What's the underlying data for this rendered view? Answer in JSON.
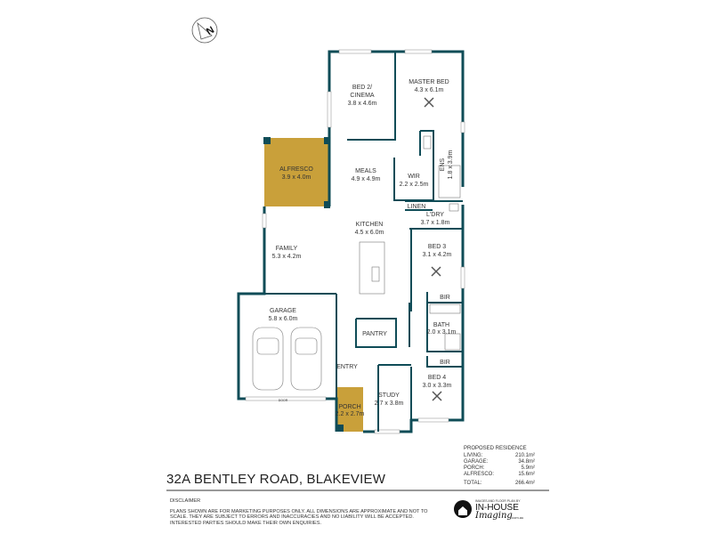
{
  "colors": {
    "wall": "#0f4c57",
    "outdoor": "#c9a03a",
    "background": "#ffffff"
  },
  "compass": {
    "icon": "north-arrow-icon",
    "label": "N"
  },
  "rooms": [
    {
      "id": "bed2",
      "name": "BED 2/",
      "name2": "CINEMA",
      "size": "3.8 x 4.6m"
    },
    {
      "id": "master",
      "name": "MASTER BED",
      "size": "4.3 x 6.1m"
    },
    {
      "id": "alfresco",
      "name": "ALFRESCO",
      "size": "3.9 x 4.0m"
    },
    {
      "id": "meals",
      "name": "MEALS",
      "size": "4.9 x 4.9m"
    },
    {
      "id": "wir",
      "name": "WIR",
      "size": "2.2 x 2.5m"
    },
    {
      "id": "ens",
      "name": "ENS",
      "size": "1.8 x 3.9m"
    },
    {
      "id": "linen",
      "name": "LINEN"
    },
    {
      "id": "ldry",
      "name": "L'DRY",
      "size": "3.7 x 1.8m"
    },
    {
      "id": "kitchen",
      "name": "KITCHEN",
      "size": "4.5 x 6.0m"
    },
    {
      "id": "family",
      "name": "FAMILY",
      "size": "5.3 x 4.2m"
    },
    {
      "id": "bed3",
      "name": "BED 3",
      "size": "3.1 x 4.2m"
    },
    {
      "id": "bir1",
      "name": "BIR"
    },
    {
      "id": "bath",
      "name": "BATH",
      "size": "2.0 x 3.1m"
    },
    {
      "id": "garage",
      "name": "GARAGE",
      "size": "5.8 x 6.0m"
    },
    {
      "id": "pantry",
      "name": "PANTRY"
    },
    {
      "id": "bir2",
      "name": "BIR"
    },
    {
      "id": "entry",
      "name": "ENTRY"
    },
    {
      "id": "bed4",
      "name": "BED 4",
      "size": "3.0 x 3.3m"
    },
    {
      "id": "study",
      "name": "STUDY",
      "size": "2.7 x 3.8m"
    },
    {
      "id": "porch",
      "name": "PORCH",
      "size": "2.2 x 2.7m"
    }
  ],
  "garage_door_label": "DOOR",
  "title": "32A BENTLEY ROAD, BLAKEVIEW",
  "areas": {
    "heading": "PROPOSED RESIDENCE",
    "rows": [
      {
        "label": "LIVING:",
        "value": "210.1m²"
      },
      {
        "label": "GARAGE:",
        "value": "34.8m²"
      },
      {
        "label": "PORCH:",
        "value": "5.9m²"
      },
      {
        "label": "ALFRESCO:",
        "value": "15.6m²"
      }
    ],
    "total": {
      "label": "TOTAL:",
      "value": "266.4m²"
    }
  },
  "disclaimer": {
    "heading": "DISCLAIMER",
    "text": "PLANS SHOWN ARE FOR MARKETING PURPOSES ONLY. ALL DIMENSIONS ARE APPROXIMATE AND NOT TO SCALE. THEY ARE SUBJECT TO ERRORS AND INACCURACIES AND NO LIABILITY WILL BE ACCEPTED. INTERESTED PARTIES SHOULD MAKE THEIR OWN ENQUIRIES."
  },
  "logo": {
    "tagline": "IMAGES AND FLOOR PLAN BY",
    "name": "IN-HOUSE",
    "name2": "Imaging",
    "domain": ".com.au"
  }
}
